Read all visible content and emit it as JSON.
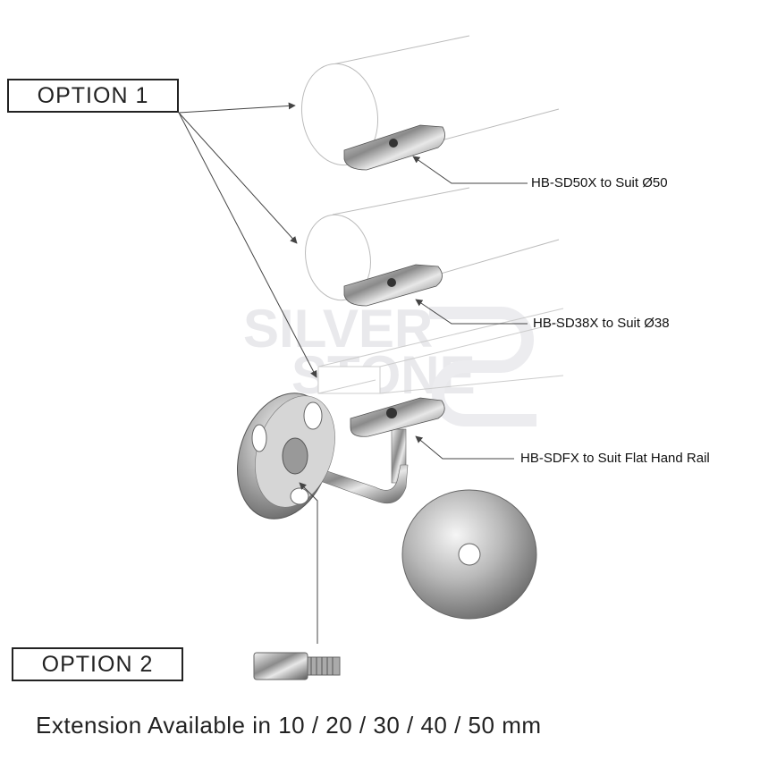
{
  "options": {
    "option1_label": "OPTION 1",
    "option2_label": "OPTION 2"
  },
  "callouts": [
    {
      "label": "HB-SD50X to Suit Ø50"
    },
    {
      "label": "HB-SD38X to Suit Ø38"
    },
    {
      "label": "HB-SDFX to Suit Flat Hand Rail"
    }
  ],
  "watermark": {
    "line1": "SILVER",
    "line2": "STONE"
  },
  "footer": {
    "text": "Extension Available in 10 / 20 / 30 / 40 / 50  mm"
  },
  "colors": {
    "line": "#444444",
    "steel": "#9a9a9a",
    "watermark": "#e9e9ec"
  }
}
